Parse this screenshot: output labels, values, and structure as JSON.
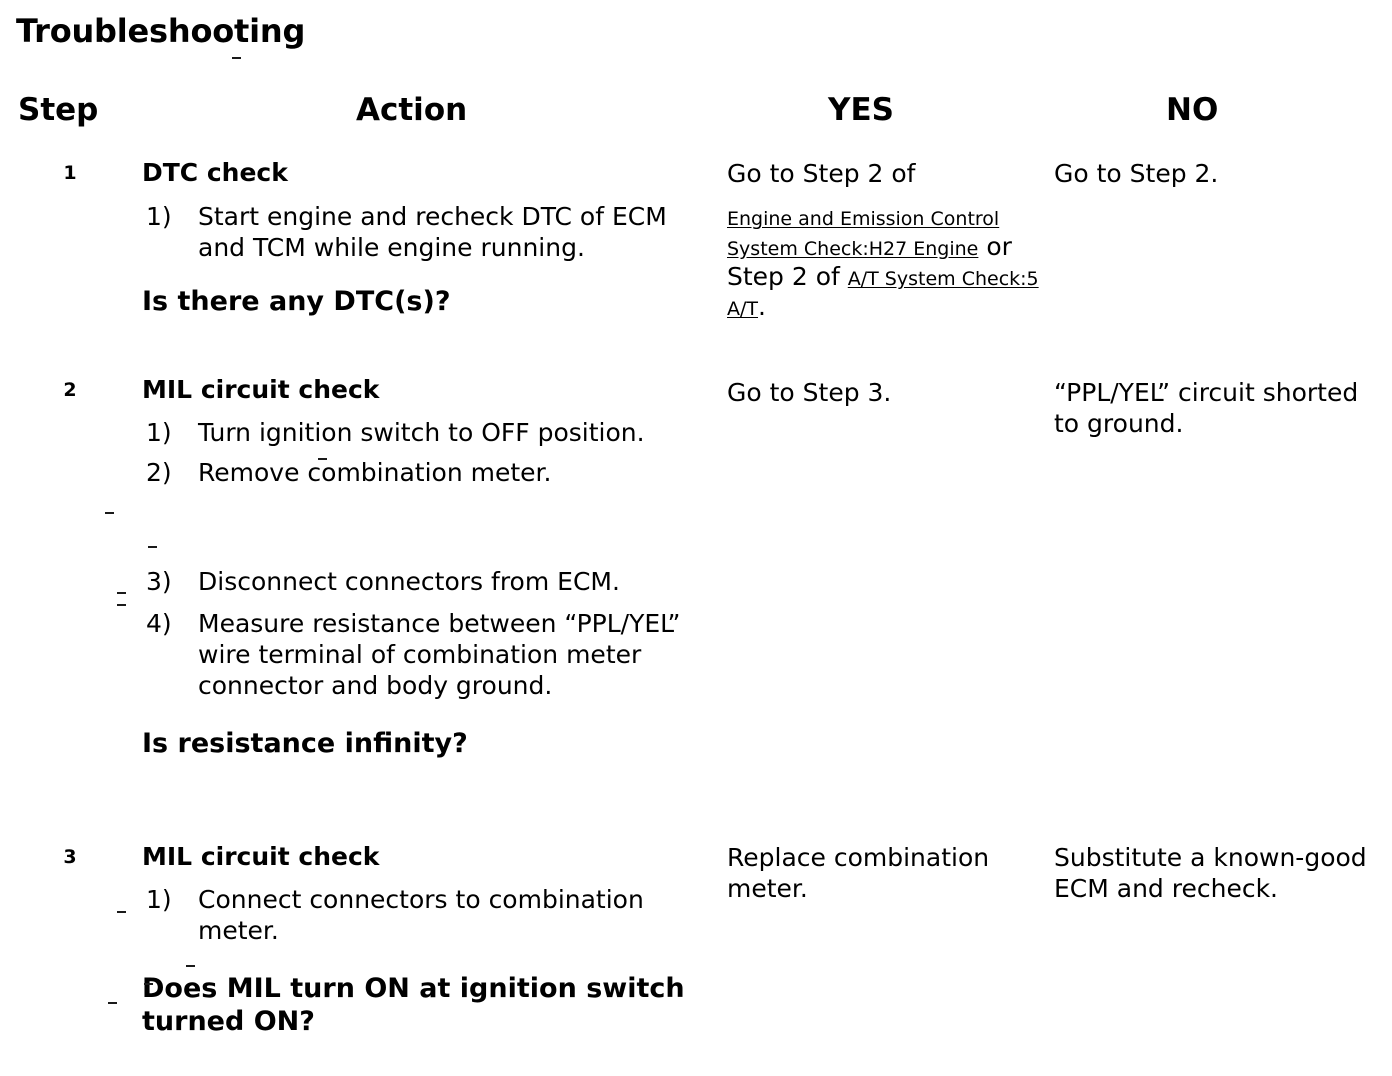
{
  "document": {
    "title": "Troubleshooting"
  },
  "table": {
    "headers": {
      "step": "Step",
      "action": "Action",
      "yes": "YES",
      "no": "NO"
    },
    "rows": [
      {
        "step": "1",
        "action": {
          "heading": "DTC check",
          "items": [
            {
              "marker": "1)",
              "text": "Start engine and recheck DTC of ECM and TCM while engine running."
            }
          ],
          "question": "Is there any DTC(s)?"
        },
        "yes": {
          "lead": "Go to Step 2 of",
          "ref1": "Engine and Emission Control System Check:H27 Engine",
          "mid": " or Step 2 of ",
          "ref2": "A/T System Check:5 A/T",
          "tail": "."
        },
        "no": {
          "text": "Go to Step 2."
        }
      },
      {
        "step": "2",
        "action": {
          "heading": "MIL circuit check",
          "items": [
            {
              "marker": "1)",
              "text": "Turn ignition switch to OFF position."
            },
            {
              "marker": "2)",
              "text": "Remove combination meter."
            },
            {
              "marker": "3)",
              "text": "Disconnect connectors from ECM."
            },
            {
              "marker": "4)",
              "text": "Measure resistance between “PPL/YEL” wire terminal of combination meter connector and body ground."
            }
          ],
          "question": "Is resistance infinity?"
        },
        "yes": {
          "text": "Go to Step 3."
        },
        "no": {
          "text": "“PPL/YEL” circuit shorted to ground."
        }
      },
      {
        "step": "3",
        "action": {
          "heading": "MIL circuit check",
          "items": [
            {
              "marker": "1)",
              "text": "Connect connectors to combination meter."
            }
          ],
          "question": "Does MIL turn ON at ignition switch turned ON?"
        },
        "yes": {
          "text": "Replace combination meter."
        },
        "no": {
          "text": "Substitute a known-good ECM and recheck."
        }
      }
    ]
  },
  "colors": {
    "text": "#000000",
    "background": "#ffffff"
  }
}
